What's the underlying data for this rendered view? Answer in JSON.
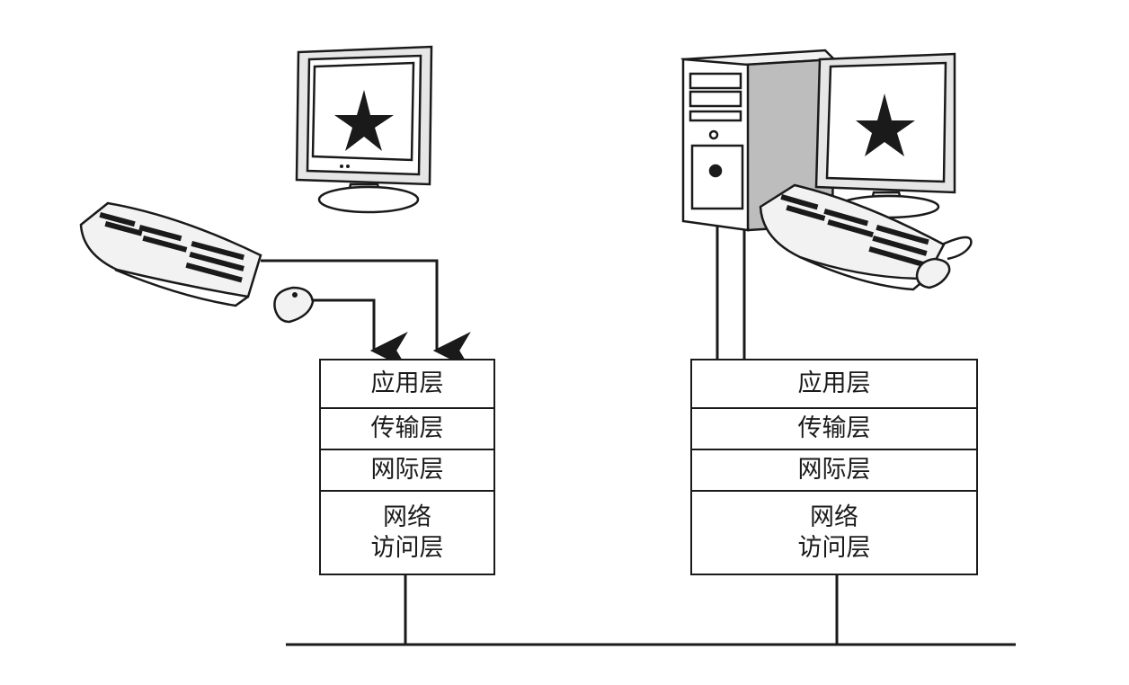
{
  "left_host": {
    "layers": {
      "application": "应用层",
      "transport": "传输层",
      "internet": "网际层",
      "network_access_line1": "网络",
      "network_access_line2": "访问层"
    }
  },
  "right_host": {
    "layers": {
      "application": "应用层",
      "transport": "传输层",
      "internet": "网际层",
      "network_access_line1": "网络",
      "network_access_line2": "访问层"
    }
  },
  "icons": [
    "monitor-icon",
    "keyboard-icon",
    "mouse-icon",
    "desktop-tower-icon",
    "star-icon"
  ],
  "colors": {
    "ink": "#1a1a1a",
    "screen": "#ffffff",
    "shade": "#d9d9d9"
  }
}
